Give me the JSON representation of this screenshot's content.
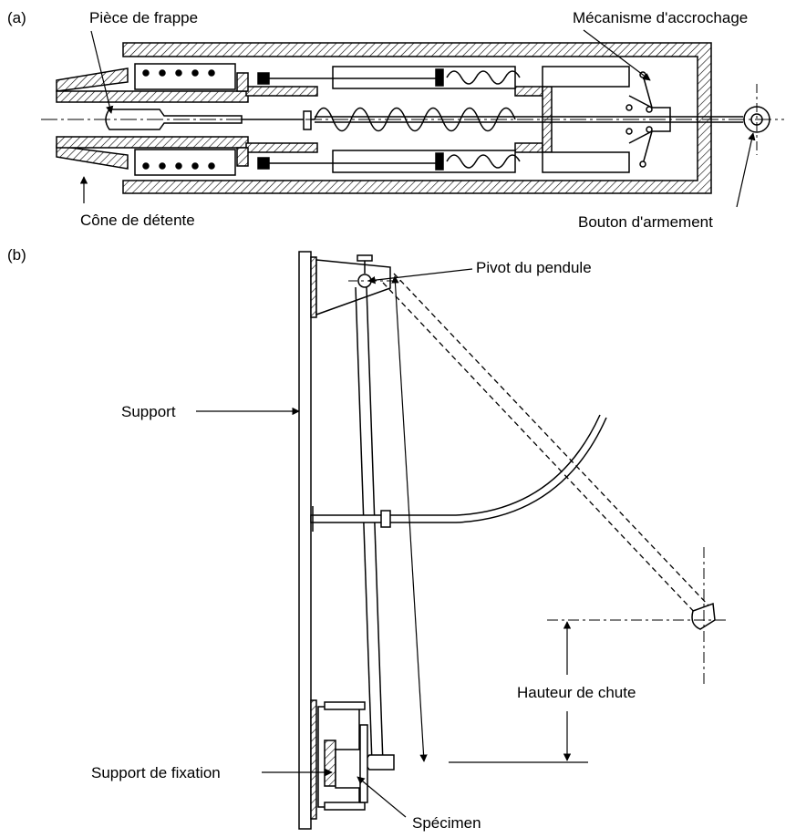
{
  "panel_a": {
    "panel_label": "(a)",
    "labels": {
      "striker": "Pièce de frappe",
      "latch": "Mécanisme d'accrochage",
      "release_cone": "Cône de détente",
      "cocking_knob": "Bouton d'armement"
    }
  },
  "panel_b": {
    "panel_label": "(b)",
    "labels": {
      "pivot": "Pivot du pendule",
      "support": "Support",
      "drop_height": "Hauteur de chute",
      "mounting": "Support de fixation",
      "specimen": "Spécimen"
    }
  }
}
